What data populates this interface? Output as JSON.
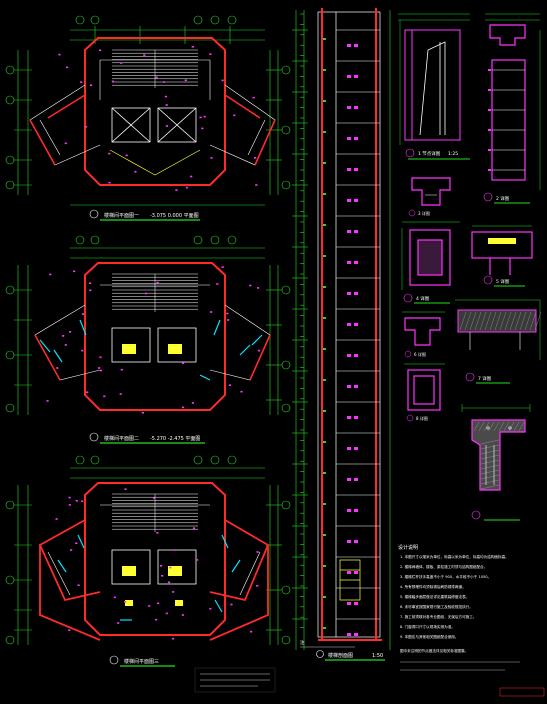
{
  "sheet": {
    "background": "#000000",
    "colors": {
      "wall": "#ff2a2a",
      "dimension": "#22dd22",
      "outline": "#ffffff",
      "detail": "#ff33ff",
      "door": "#00e5ff",
      "equipment": "#ffff33",
      "hatch": "#9a9a9a"
    }
  },
  "plans": [
    {
      "id": "plan-1",
      "title": "楼梯间平面图一",
      "elevation": "-3.075  0.000 平面图"
    },
    {
      "id": "plan-2",
      "title": "楼梯间平面图二",
      "elevation": "-5.270  -2.475 平面图"
    },
    {
      "id": "plan-3",
      "title": "楼梯间平面图三",
      "elevation": ""
    }
  ],
  "section": {
    "title": "楼梯剖面图",
    "scale": "1:50",
    "note_label": "注"
  },
  "details": [
    {
      "id": "detail-1",
      "label": "1 节点详图",
      "scale": "1:25"
    },
    {
      "id": "detail-2",
      "label": "2 详图"
    },
    {
      "id": "detail-3",
      "label": "3 详图"
    },
    {
      "id": "detail-4",
      "label": "4 详图"
    },
    {
      "id": "detail-5",
      "label": "5 详图"
    },
    {
      "id": "detail-6",
      "label": "6 详图"
    },
    {
      "id": "detail-7",
      "label": "7 详图"
    },
    {
      "id": "detail-8",
      "label": "8 详图"
    }
  ],
  "notes": {
    "heading": "设计说明",
    "lines": [
      "1. 本图尺寸以毫米为单位，标高以米为单位，标高均为结构面标高。",
      "2. 楼梯间墙体、楼板、梁柱施工时须与结构图纸配合。",
      "3. 楼梯栏杆扶手高度不小于 900，水平段不小于 1050。",
      "4. 所有预埋件均须除锈后刷防锈漆两道。",
      "5. 楼梯踏步面层做法详见建筑装修做法表。",
      "6. 未尽事宜按国家现行施工及验收规范执行。",
      "7. 施工前须核对各专业图纸，无误后方可施工。",
      "8. 门窗洞口尺寸以现场实测为准。",
      "9. 本图应与其他相关图纸配合使用。"
    ],
    "footer": "图中未注明的节点做法详见相关标准图集。"
  }
}
